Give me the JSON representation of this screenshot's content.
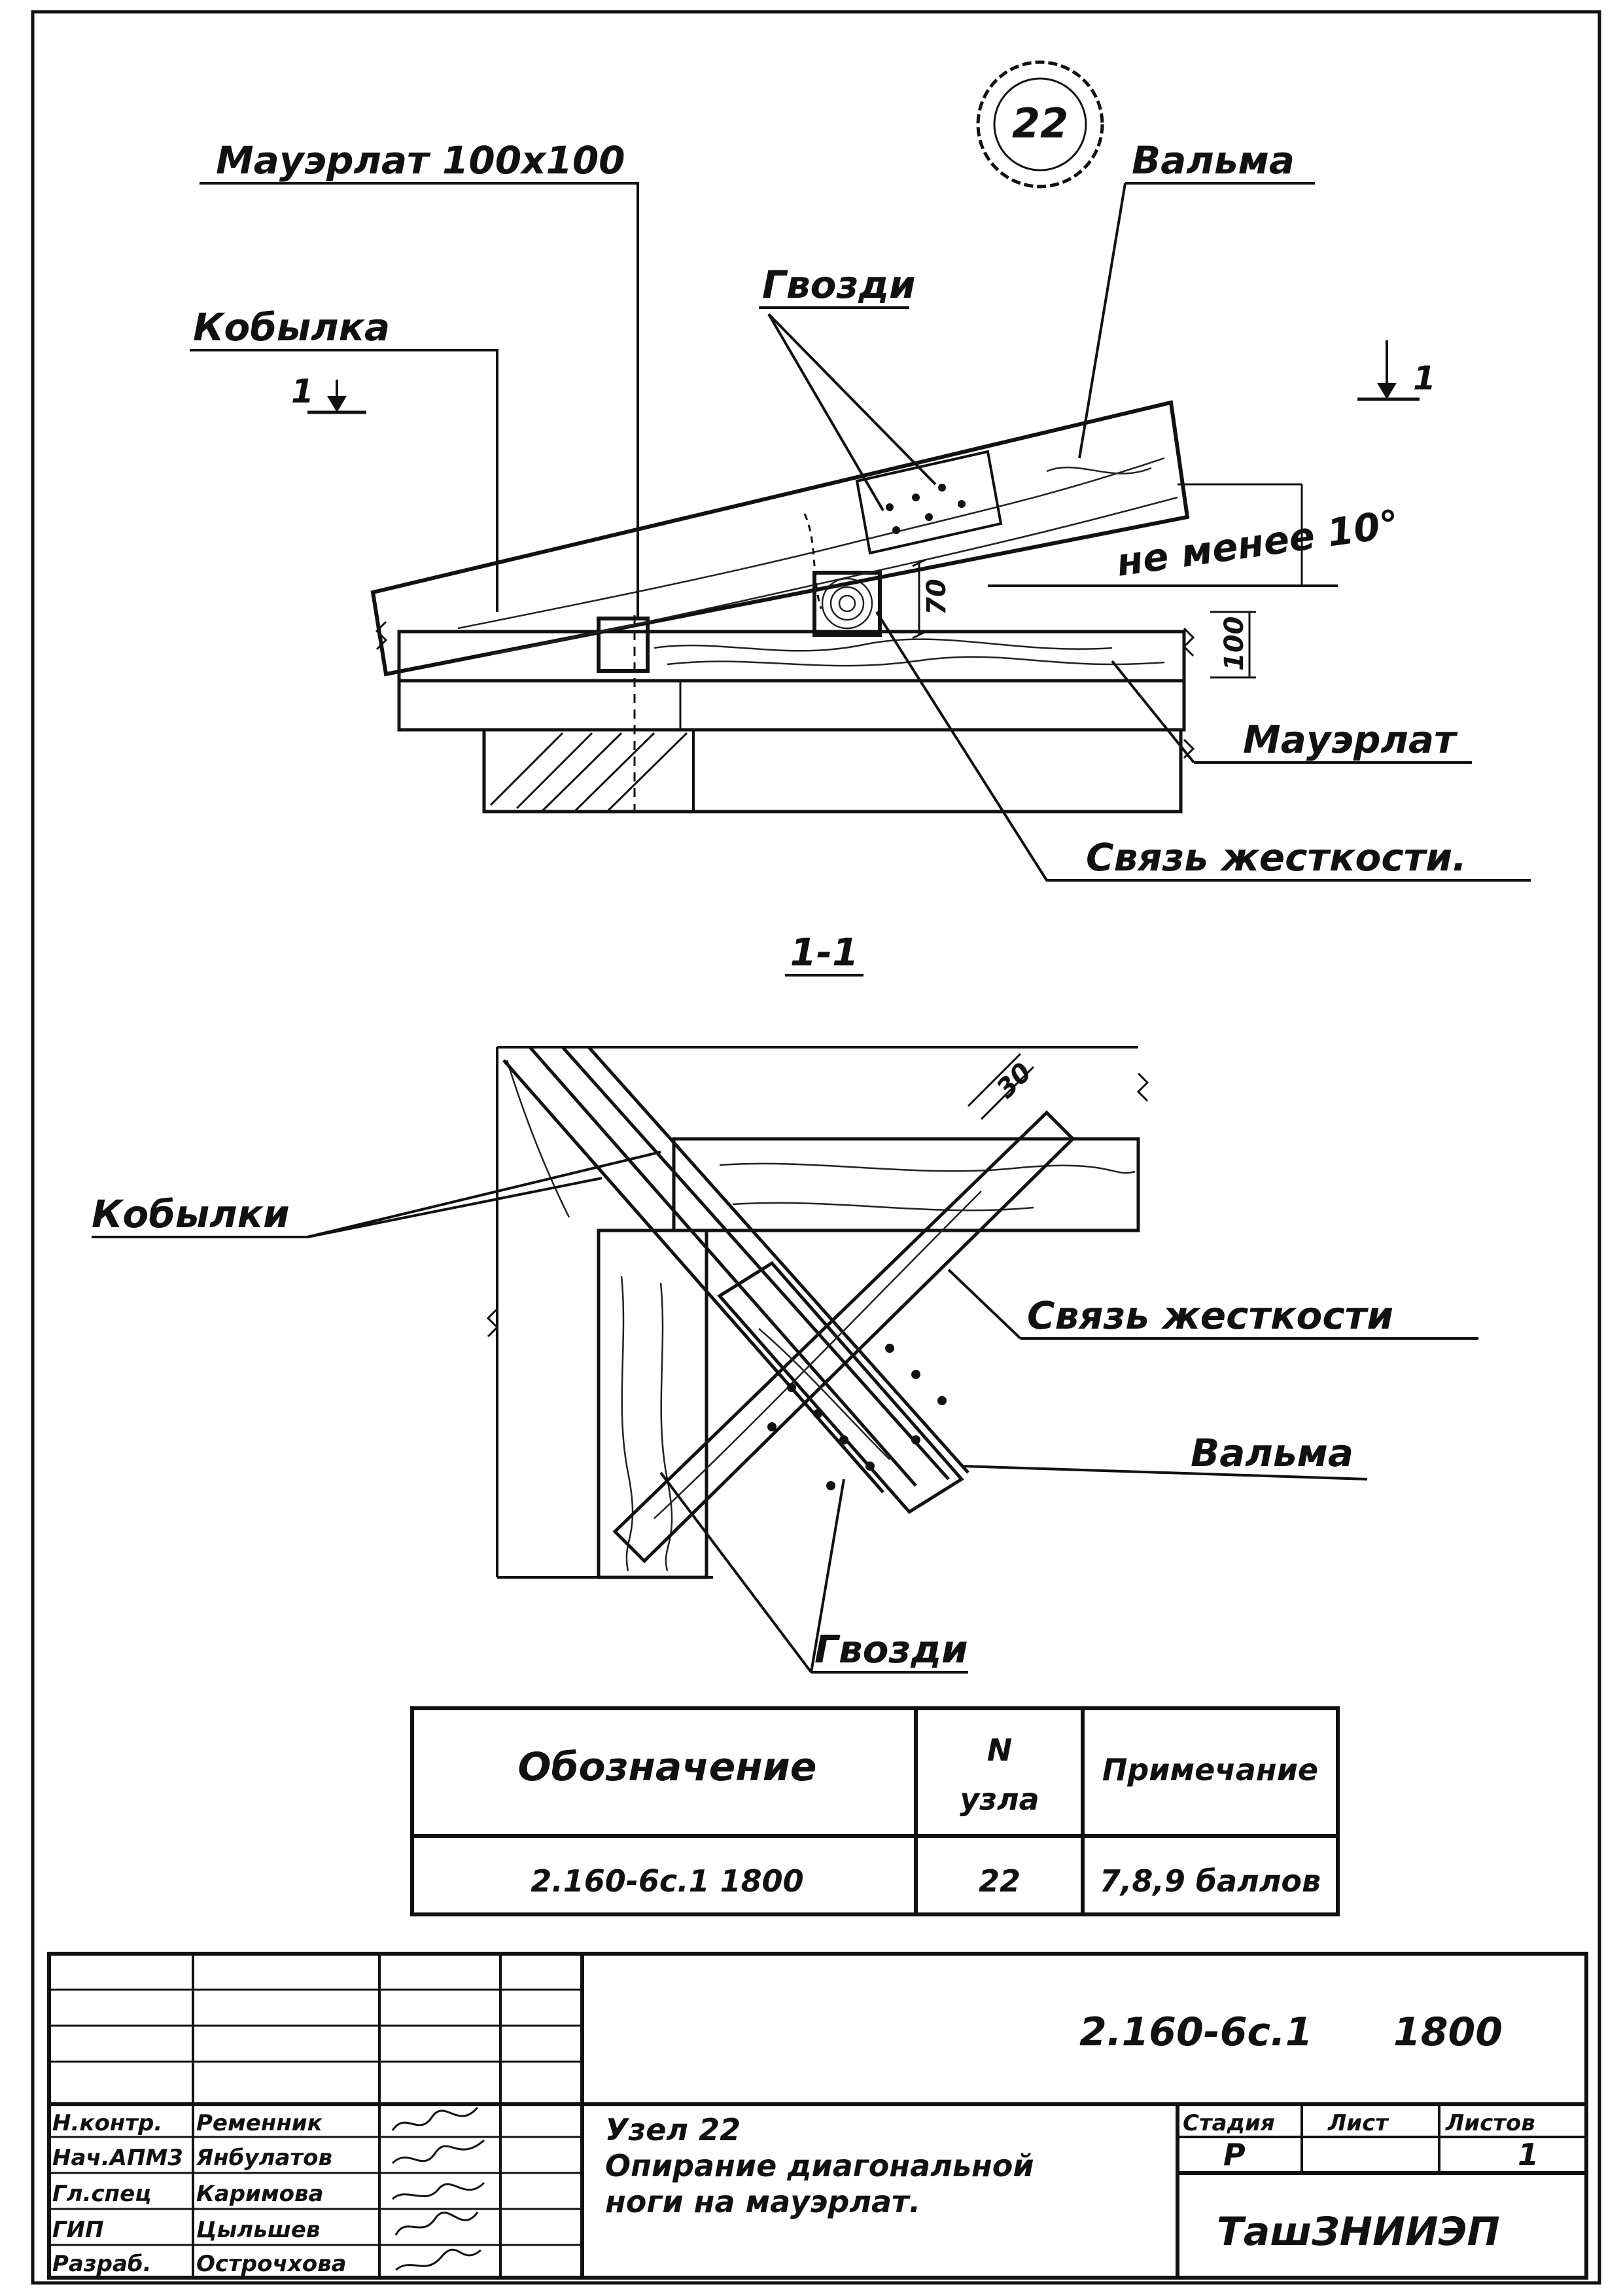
{
  "node_number": "22",
  "elevation_view": {
    "labels": {
      "mauerlat_top": "Мауэрлат 100х100",
      "valma": "Вальма",
      "nails": "Гвозди",
      "kobylka": "Кобылка",
      "section_mark_left": "1",
      "section_mark_right": "1",
      "angle_note": "не менее 10°",
      "dim_height": "100",
      "dim_gap": "70",
      "mauerlat": "Мауэрлат",
      "stiffness_tie": "Связь жесткости."
    }
  },
  "section_view": {
    "title": "1-1",
    "labels": {
      "kobylki": "Кобылки",
      "stiffness_tie": "Связь жесткости",
      "valma": "Вальма",
      "nails": "Гвозди",
      "dim_30": "30"
    }
  },
  "spec_table": {
    "headers": {
      "designation": "Обозначение",
      "node_no_line1": "N",
      "node_no_line2": "узла",
      "note": "Примечание"
    },
    "row": {
      "designation": "2.160-6с.1 1800",
      "node_no": "22",
      "note": "7,8,9 баллов"
    }
  },
  "title_block": {
    "doc_code": "2.160-6с.1",
    "doc_number": "1800",
    "staff": [
      {
        "role": "Н.контр.",
        "name": "Ременник"
      },
      {
        "role": "Нач.АПМ3",
        "name": "Янбулатов"
      },
      {
        "role": "Гл.спец",
        "name": "Каримова"
      },
      {
        "role": "ГИП",
        "name": "Цыльшев"
      },
      {
        "role": "Разраб.",
        "name": "Острочхова"
      }
    ],
    "title_line1": "Узел 22",
    "title_line2": "Опирание диагональной",
    "title_line3": "ноги на мауэрлат.",
    "stage_header": "Стадия",
    "sheet_header": "Лист",
    "sheets_header": "Листов",
    "stage_value": "Р",
    "sheet_value": "",
    "sheets_value": "1",
    "organization": "ТашЗНИИЭП"
  }
}
